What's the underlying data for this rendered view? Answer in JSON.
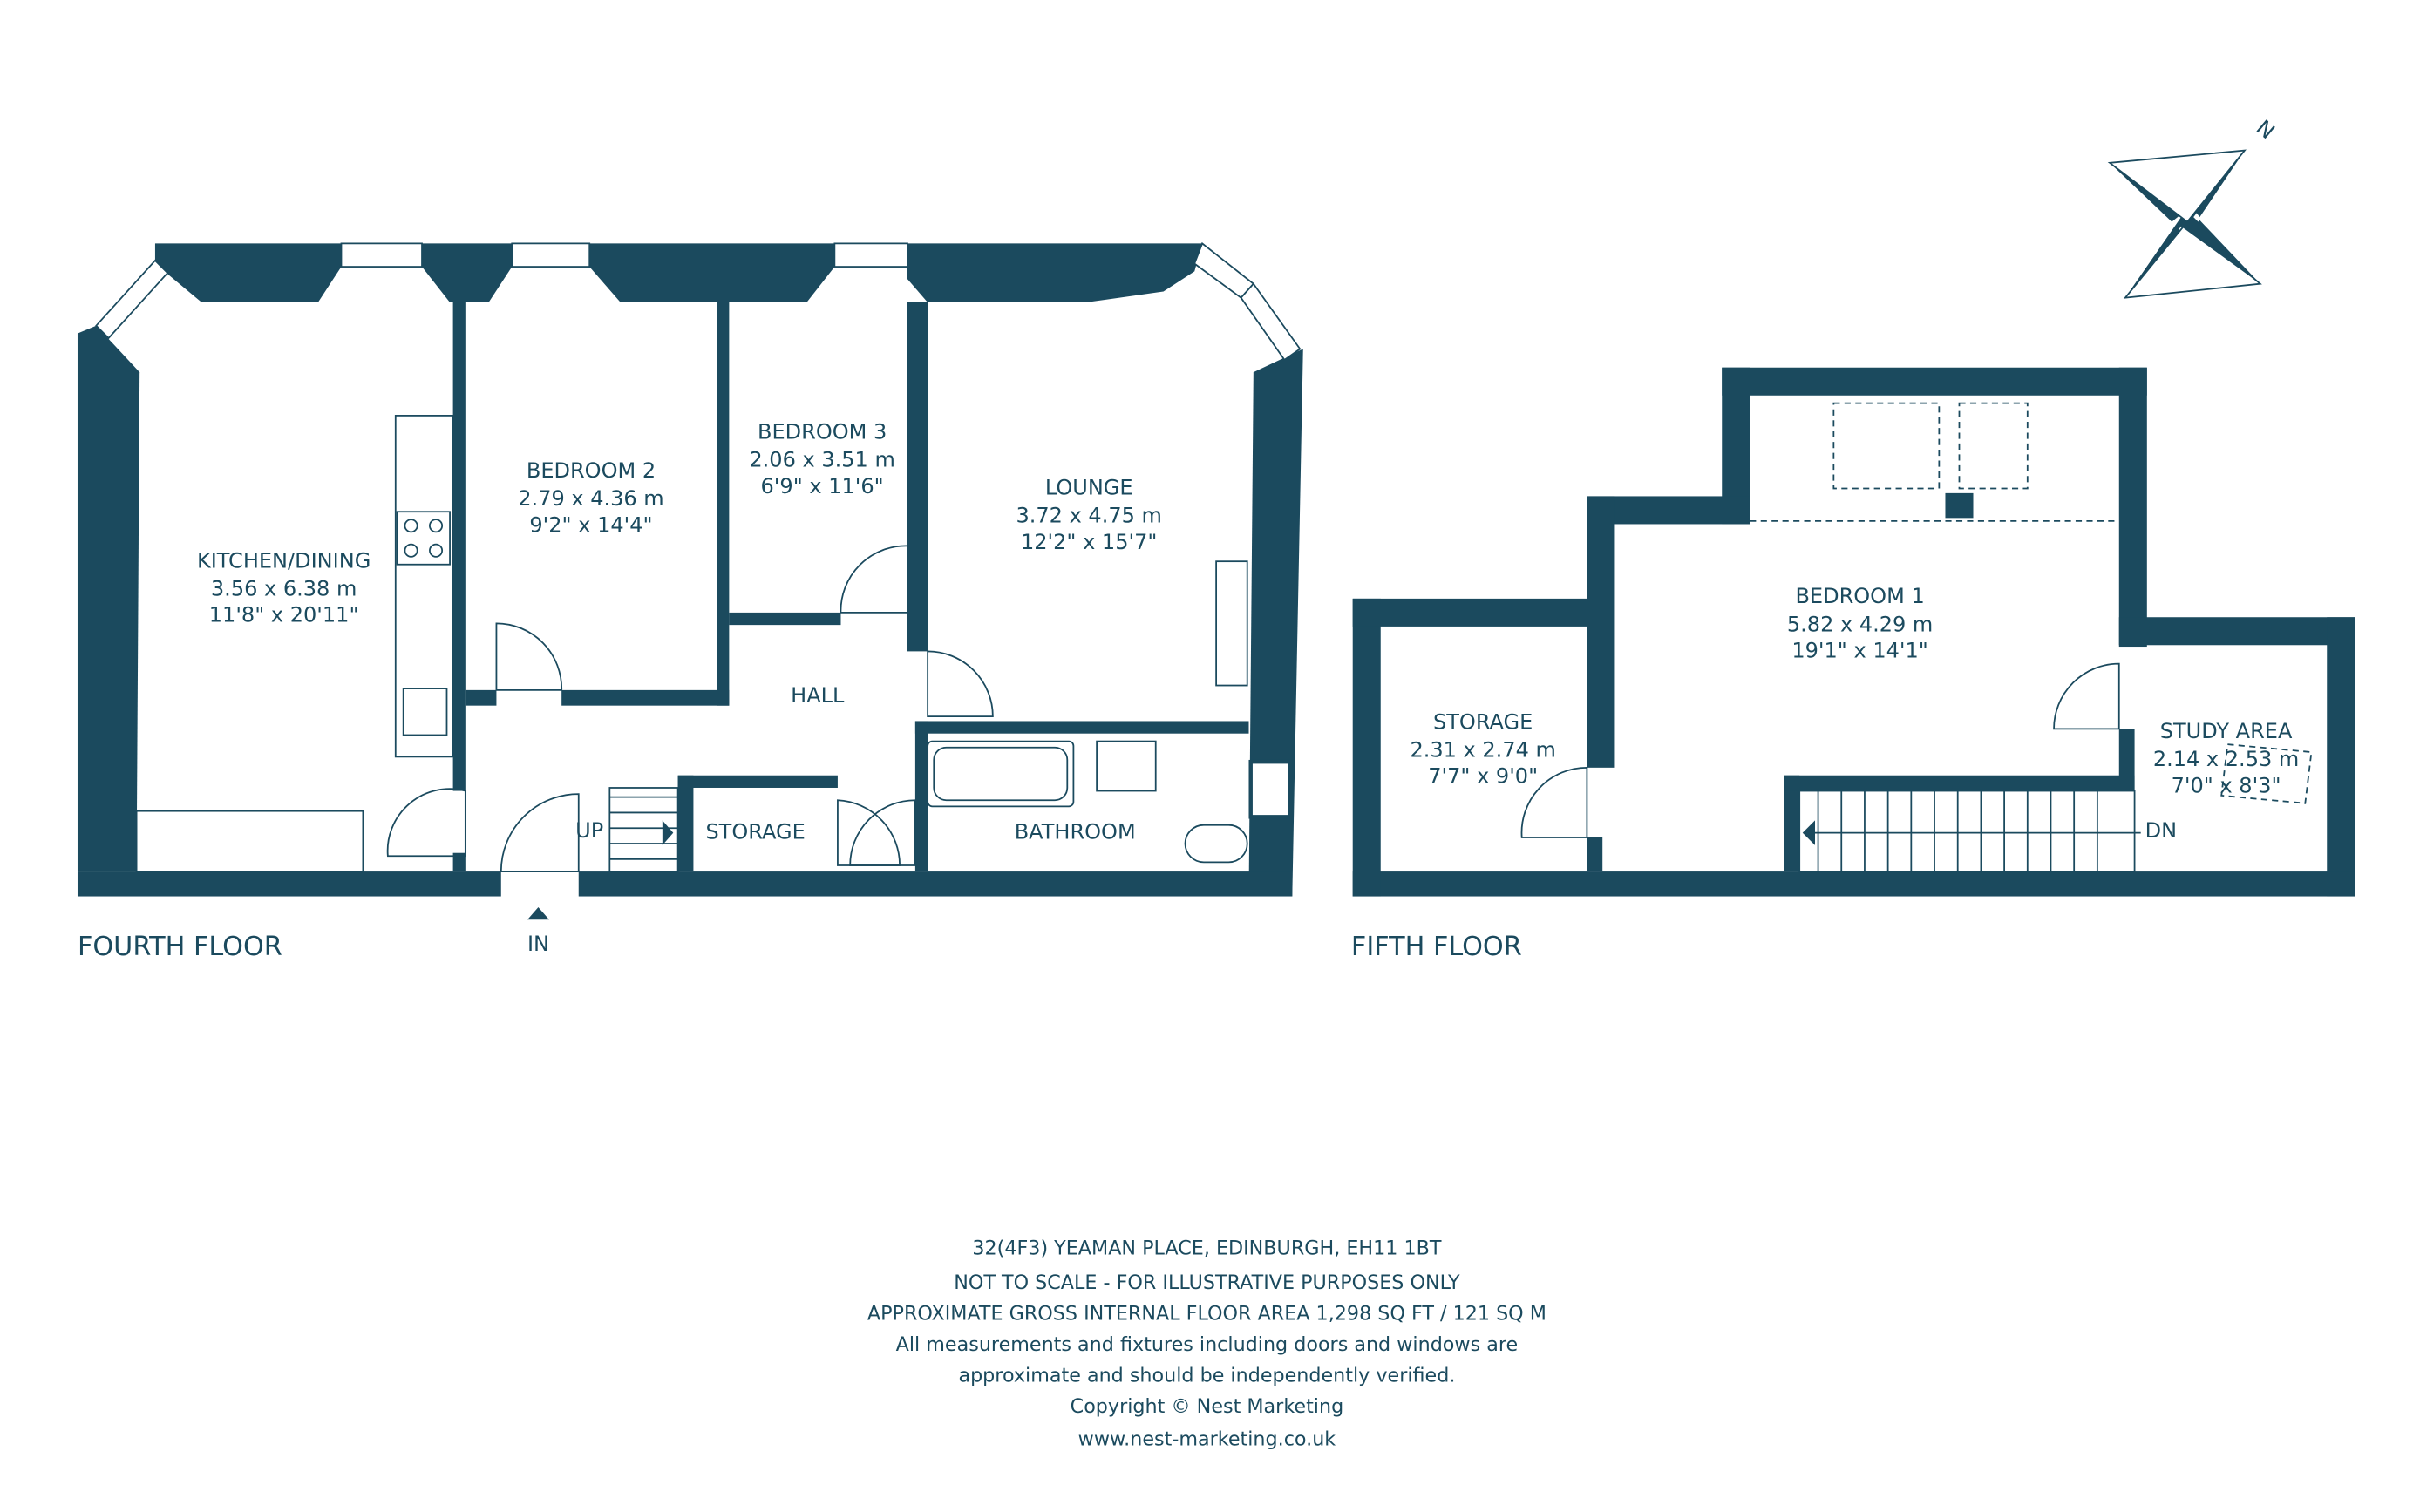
{
  "colors": {
    "wall": "#1b4a5e",
    "background": "#ffffff"
  },
  "compass": {
    "label": "N",
    "icon": "compass-rose-icon"
  },
  "fourth_floor": {
    "title": "FOURTH FLOOR",
    "entrance_label": "IN",
    "stairs_label": "UP",
    "rooms": [
      {
        "name": "KITCHEN/DINING",
        "metric": "3.56 x 6.38 m",
        "imperial": "11'8\" x 20'11\""
      },
      {
        "name": "BEDROOM 2",
        "metric": "2.79 x 4.36 m",
        "imperial": "9'2\" x 14'4\""
      },
      {
        "name": "BEDROOM 3",
        "metric": "2.06 x 3.51 m",
        "imperial": "6'9\" x 11'6\""
      },
      {
        "name": "LOUNGE",
        "metric": "3.72 x 4.75 m",
        "imperial": "12'2\" x 15'7\""
      },
      {
        "name": "HALL"
      },
      {
        "name": "STORAGE"
      },
      {
        "name": "BATHROOM"
      }
    ]
  },
  "fifth_floor": {
    "title": "FIFTH FLOOR",
    "stairs_label": "DN",
    "rooms": [
      {
        "name": "BEDROOM 1",
        "metric": "5.82 x 4.29 m",
        "imperial": "19'1\" x 14'1\""
      },
      {
        "name": "STORAGE",
        "metric": "2.31 x 2.74 m",
        "imperial": "7'7\" x 9'0\""
      },
      {
        "name": "STUDY AREA",
        "metric": "2.14 x 2.53 m",
        "imperial": "7'0\" x 8'3\""
      }
    ]
  },
  "footer": {
    "address": "32(4F3) YEAMAN PLACE, EDINBURGH, EH11 1BT",
    "scale_note": "NOT TO SCALE - FOR ILLUSTRATIVE PURPOSES ONLY",
    "area": "APPROXIMATE GROSS INTERNAL FLOOR AREA 1,298 SQ FT / 121 SQ M",
    "disclaimer_1": "All measurements and fixtures including doors and windows are",
    "disclaimer_2": "approximate and should be independently verified.",
    "copyright": "Copyright © Nest Marketing",
    "website": "www.nest-marketing.co.uk"
  }
}
